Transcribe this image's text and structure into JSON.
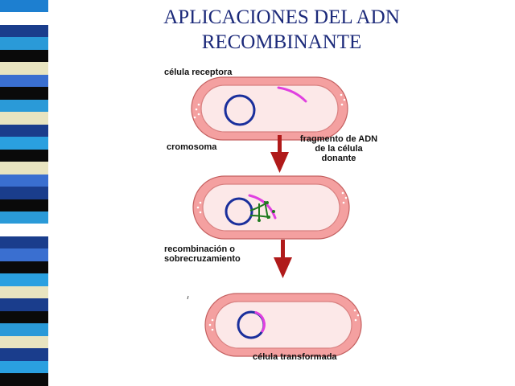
{
  "title_line1": "APLICACIONES DEL ADN",
  "title_line2": "RECOMBINANTE",
  "labels": {
    "receiving_cell": "célula receptora",
    "chromosome": "cromosoma",
    "donor_fragment_line1": "fragmento de ADN",
    "donor_fragment_line2": "de la célula",
    "donor_fragment_line3": "donante",
    "recombination_line1": "recombinación o",
    "recombination_line2": "sobrecruzamiento",
    "transformed_cell": "célula transformada"
  },
  "colors": {
    "cell_membrane": "#f4a0a0",
    "cell_cytoplasm": "#fce8e8",
    "chromosome": "#1a2f9c",
    "dna_fragment": "#e040e0",
    "pairing_links": "#1f7a1f",
    "arrow": "#b01a1a",
    "title": "#1c2a7a"
  },
  "stripe_colors": [
    "#1d7fd0",
    "#ffffff",
    "#1a3d8c",
    "#2a9ad8",
    "#0a0a0a",
    "#e8e4c0",
    "#3a6fd0",
    "#0a0a0a",
    "#2a9ad8",
    "#e8e4c0",
    "#1a3d8c",
    "#2aa0e0",
    "#0a0a0a",
    "#e8e4c0",
    "#3a6fd0",
    "#1a3d8c",
    "#0a0a0a",
    "#2a9ad8",
    "#ffffff",
    "#1a3d8c",
    "#3a6fd0",
    "#0a0a0a",
    "#2aa0e0",
    "#e8e4c0",
    "#1a3d8c",
    "#0a0a0a",
    "#2a9ad8",
    "#e8e4c0",
    "#1a3d8c",
    "#2aa0e0",
    "#0a0a0a"
  ]
}
